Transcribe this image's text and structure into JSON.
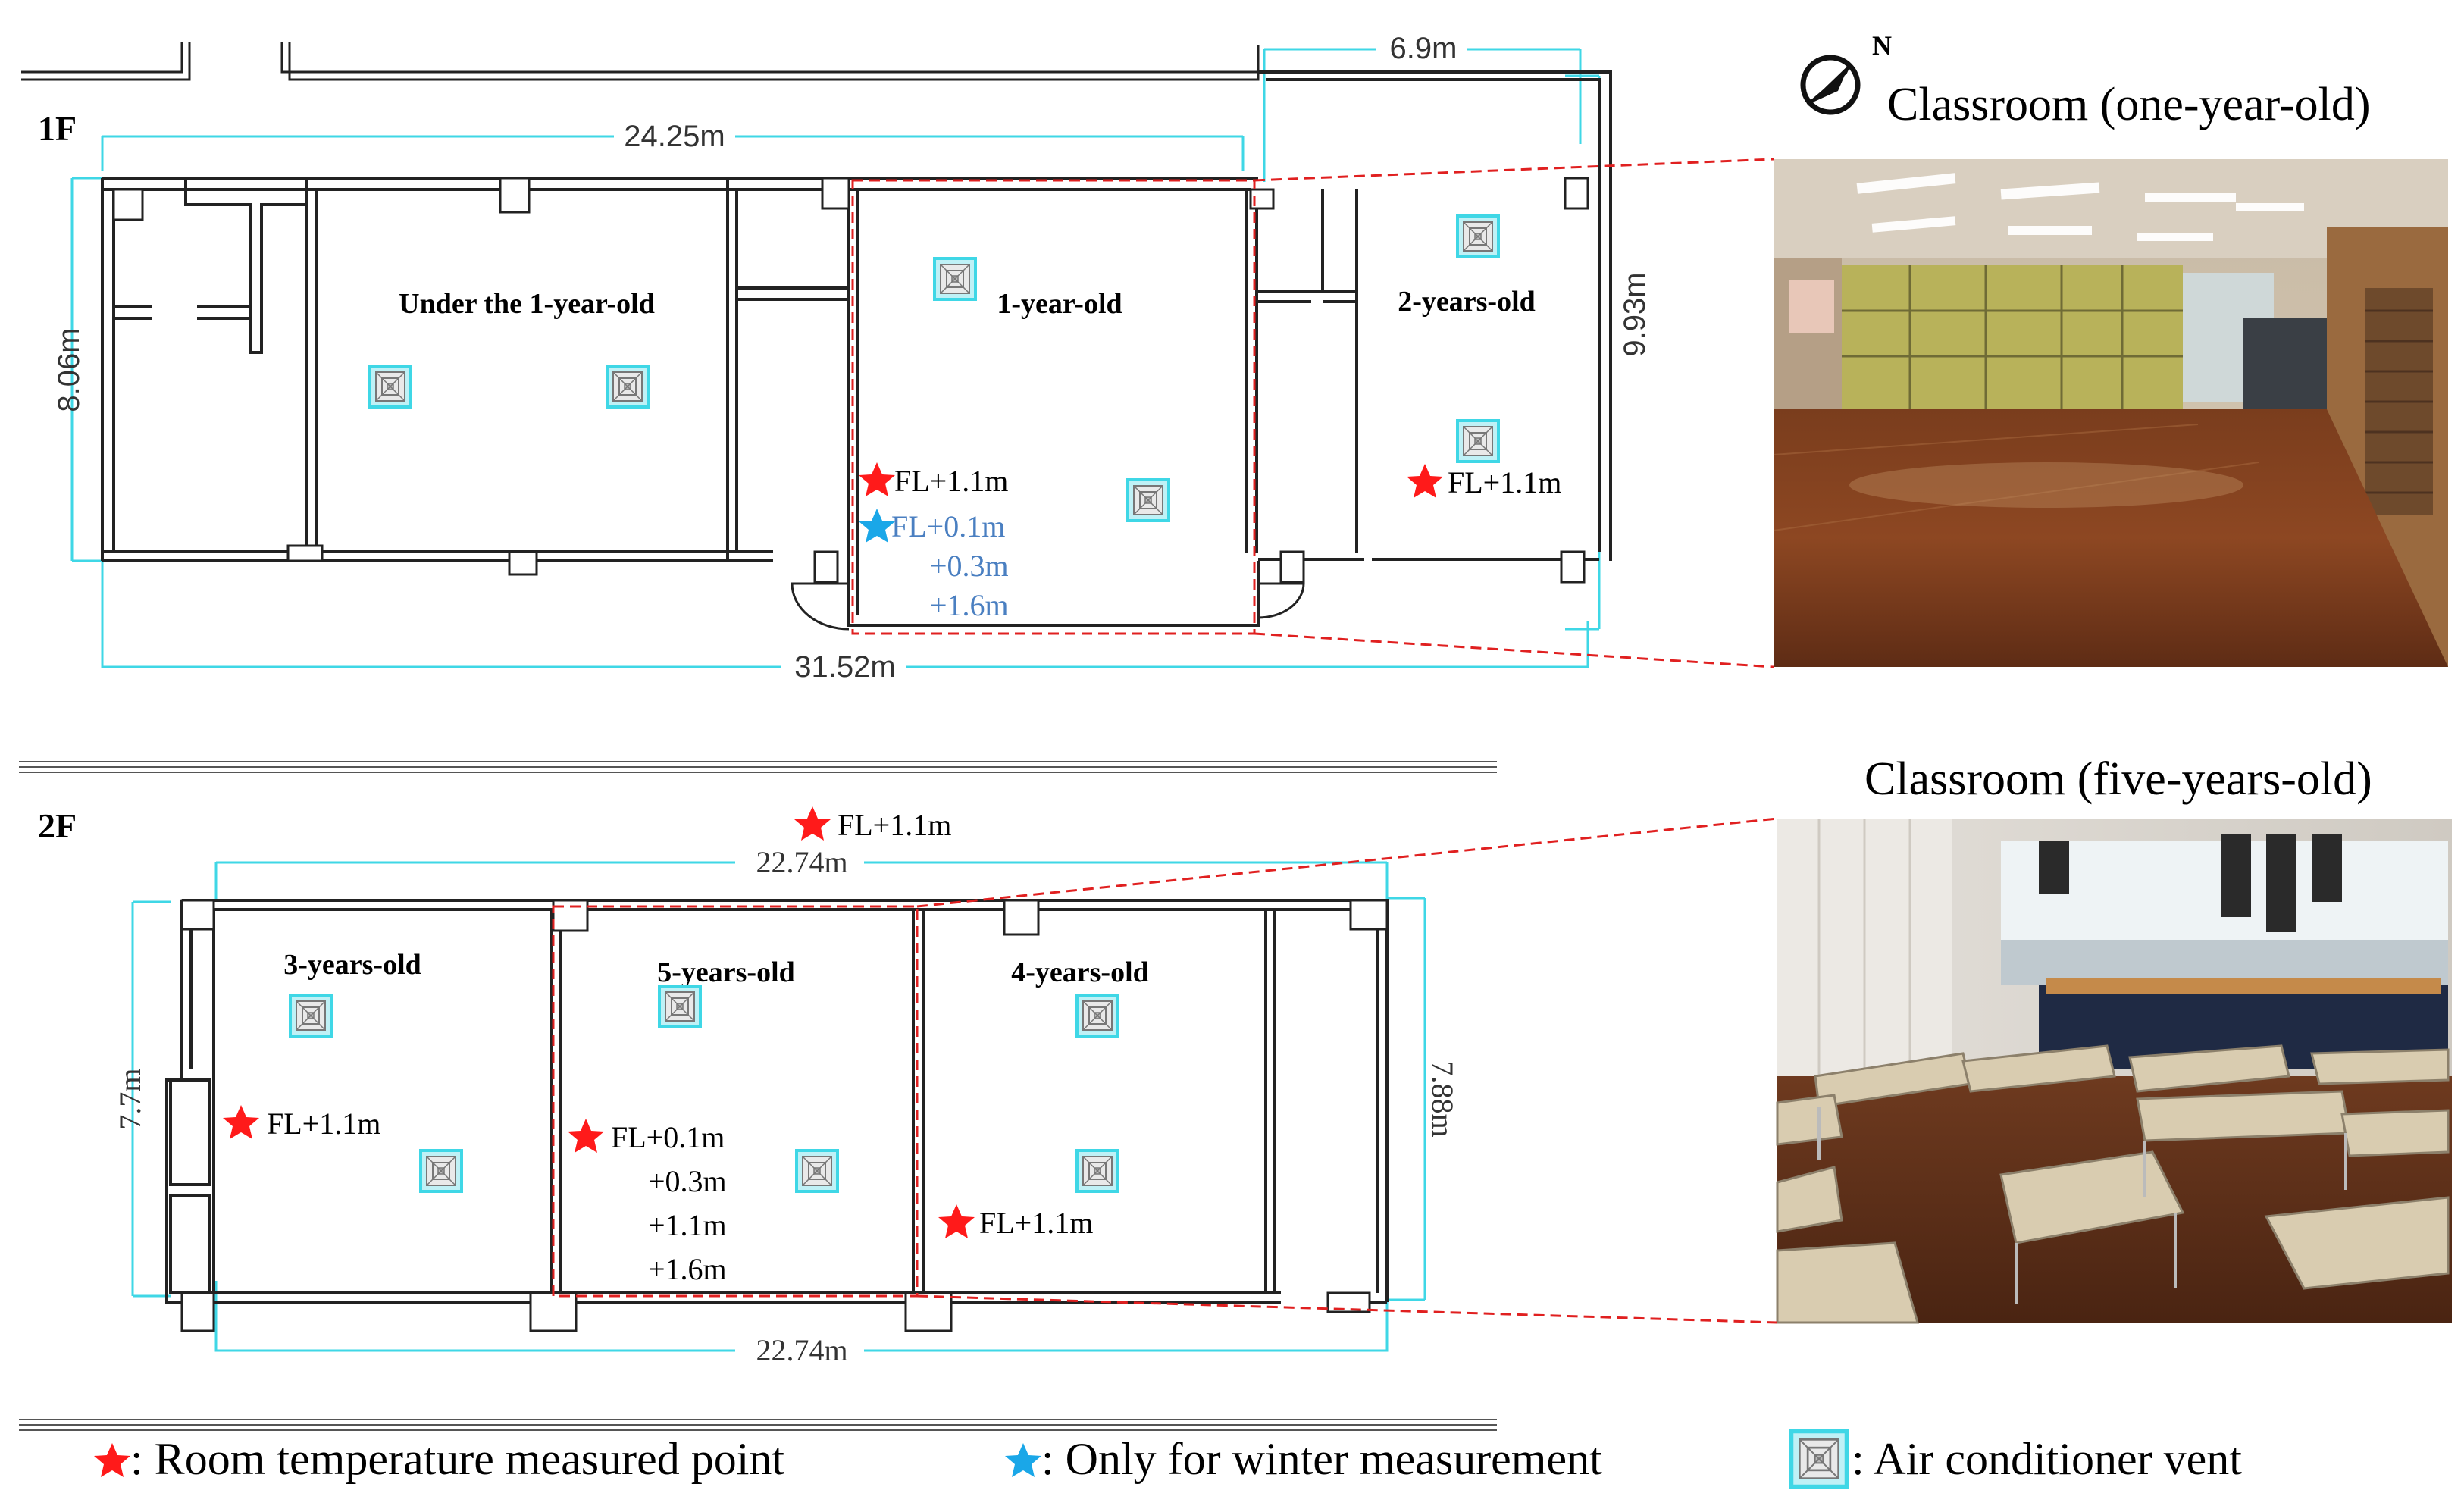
{
  "floor1": {
    "label": "1F",
    "dims": {
      "top_right": "6.9m",
      "top_main": "24.25m",
      "left": "8.06m",
      "right": "9.93m",
      "bottom": "31.52m"
    },
    "rooms": {
      "under": "Under the 1-year-old",
      "one": "1-year-old",
      "two": "2-years-old"
    },
    "points": {
      "one_red": "FL+1.1m",
      "one_blue": [
        "FL+0.1m",
        "+0.3m",
        "+1.6m"
      ],
      "two_red": "FL+1.1m"
    }
  },
  "floor2": {
    "label": "2F",
    "dims": {
      "top": "22.74m",
      "left": "7.7m",
      "right": "7.88m",
      "bottom": "22.74m"
    },
    "rooms": {
      "three": "3-years-old",
      "five": "5-years-old",
      "four": "4-years-old"
    },
    "points": {
      "top_red": "FL+1.1m",
      "three_red": "FL+1.1m",
      "five_red": [
        "FL+0.1m",
        "+0.3m",
        "+1.1m",
        "+1.6m"
      ],
      "four_red": "FL+1.1m"
    }
  },
  "north_label": "N",
  "photos": {
    "one_title": "Classroom (one-year-old)",
    "five_title": "Classroom (five-years-old)"
  },
  "legend": {
    "red_star": ": Room temperature measured point",
    "blue_star": ": Only for winter measurement",
    "vent": ": Air conditioner vent"
  },
  "colors": {
    "red": "#ff1a1a",
    "blue": "#1aa7e8",
    "blue_text": "#4a7fc1",
    "cyan": "#3fd7e6"
  }
}
